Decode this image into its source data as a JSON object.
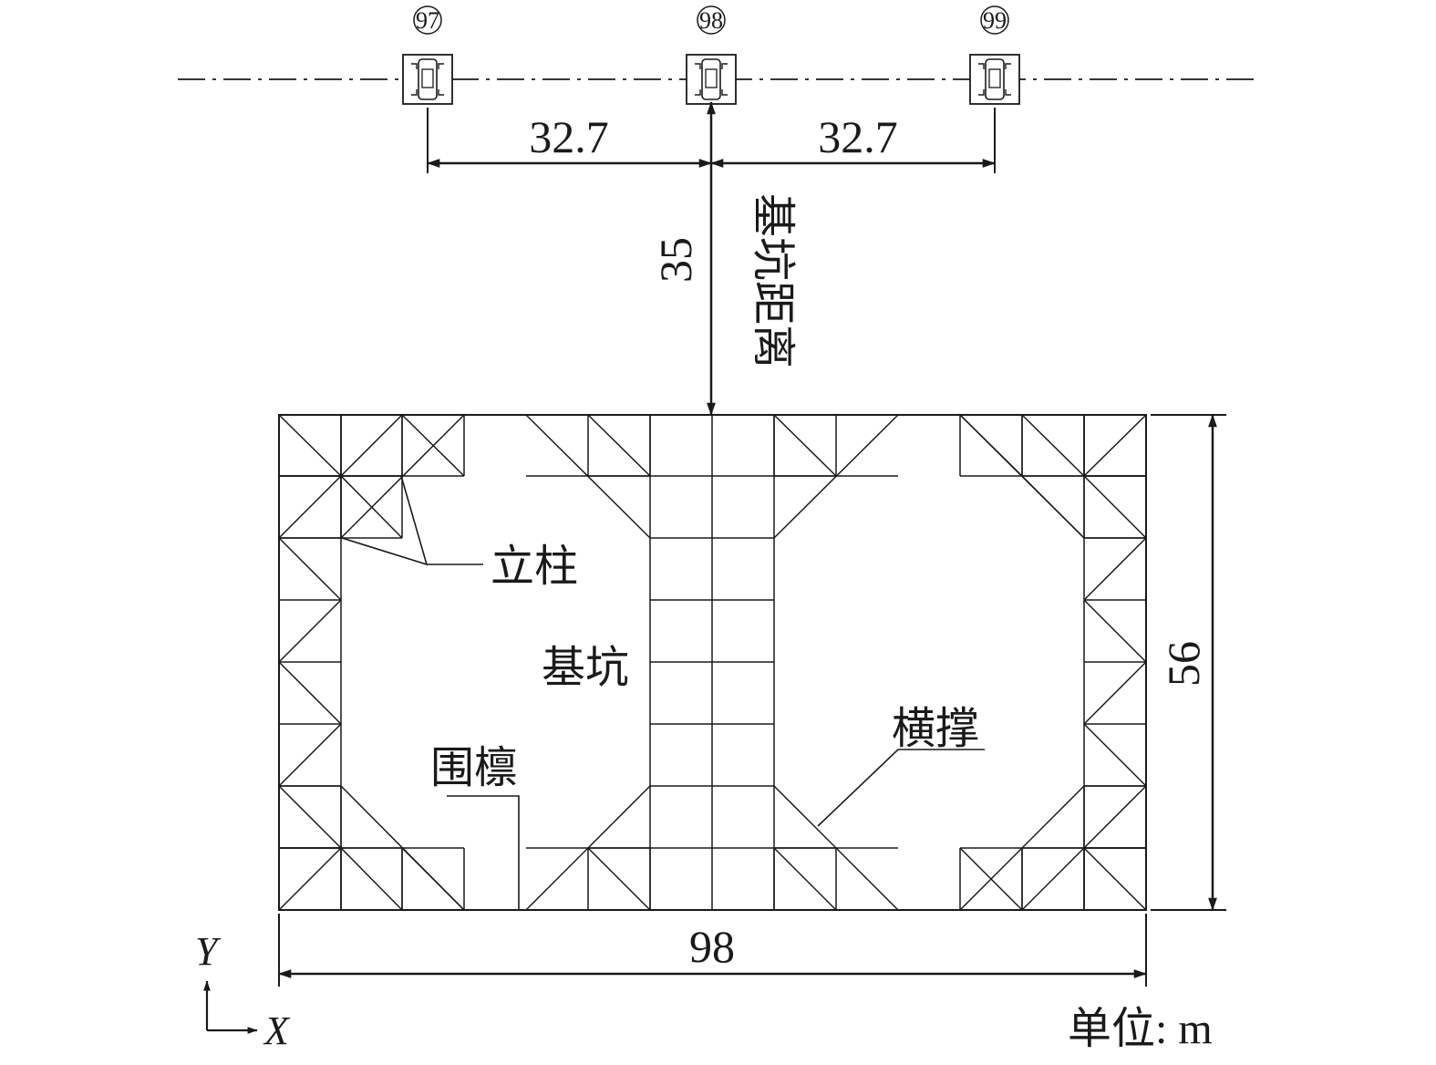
{
  "piers": [
    {
      "number": "97"
    },
    {
      "number": "98"
    },
    {
      "number": "99"
    }
  ],
  "dimensions": {
    "pier_spacing_left": "32.7",
    "pier_spacing_right": "32.7",
    "distance_value": "35",
    "distance_label": "基坑距离",
    "pit_length": "98",
    "pit_width": "56"
  },
  "labels": {
    "column": "立柱",
    "pit": "基坑",
    "waler": "围檩",
    "strut": "横撑"
  },
  "axes": {
    "x": "X",
    "y": "Y"
  },
  "unit": "单位: m",
  "colors": {
    "line": "#1a1a1a",
    "background": "#ffffff"
  }
}
